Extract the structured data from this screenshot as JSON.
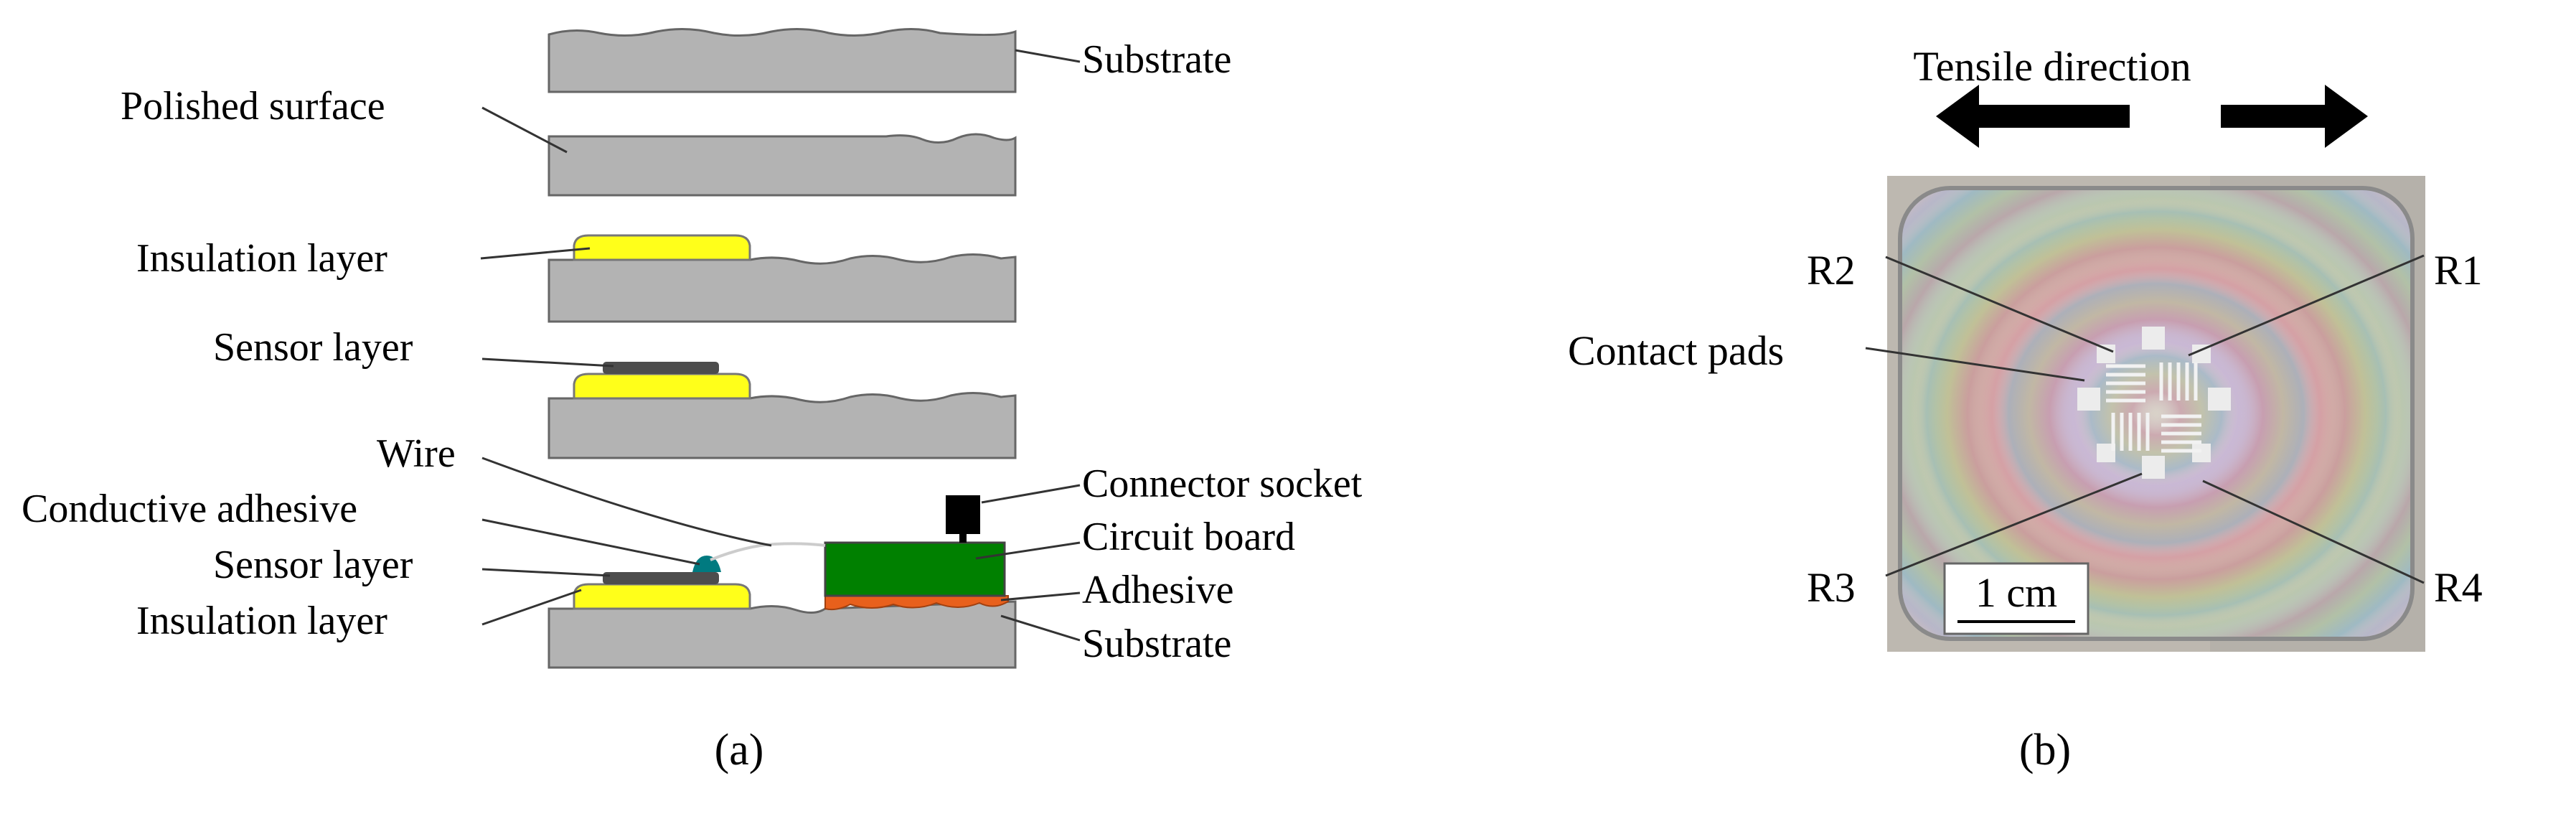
{
  "panel_a": {
    "caption": "(a)",
    "labels": {
      "substrate_top": "Substrate",
      "polished_surface": "Polished surface",
      "insulation_layer_1": "Insulation layer",
      "sensor_layer_1": "Sensor layer",
      "wire": "Wire",
      "conductive_adhesive": "Conductive adhesive",
      "sensor_layer_2": "Sensor layer",
      "insulation_layer_2": "Insulation layer",
      "connector_socket": "Connector socket",
      "circuit_board": "Circuit board",
      "adhesive": "Adhesive",
      "substrate_bottom": "Substrate"
    },
    "colors": {
      "substrate": "#b3b3b3",
      "insulation": "#ffff1a",
      "sensor": "#4d4d4d",
      "conductive_adhesive": "#007a80",
      "circuit_board": "#008000",
      "adhesive": "#e8601c",
      "connector": "#000000"
    }
  },
  "panel_b": {
    "caption": "(b)",
    "tensile_direction": "Tensile direction",
    "labels": {
      "r1": "R1",
      "r2": "R2",
      "r3": "R3",
      "r4": "R4",
      "contact_pads": "Contact pads"
    },
    "scale_bar": "1 cm"
  }
}
